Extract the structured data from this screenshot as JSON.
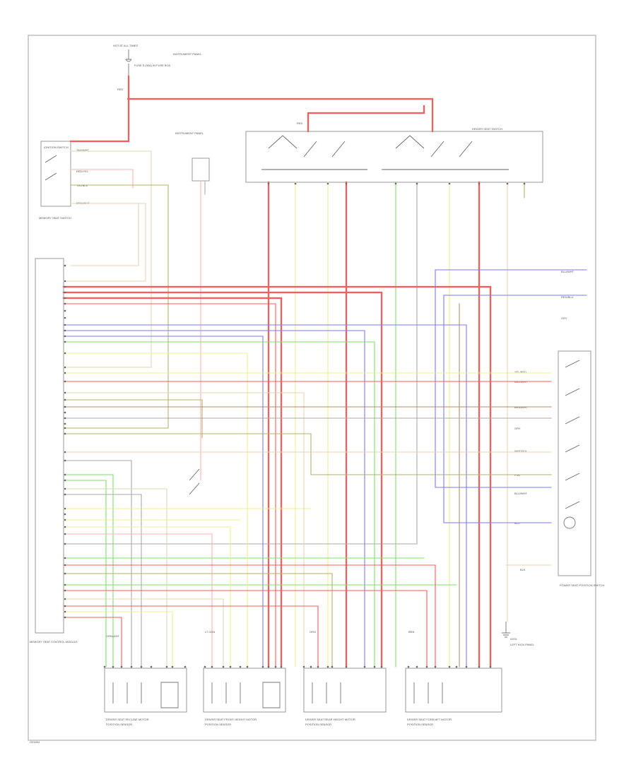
{
  "page": {
    "footer_code": "G01894"
  },
  "colors": {
    "red": "#ff5a5a",
    "red_light": "#ffb0b0",
    "blue": "#7a7aff",
    "green": "#7ce06a",
    "yellow": "#f2ef8c",
    "tan": "#e3d6b0",
    "olive": "#b5b268",
    "gray": "#aaaaaa",
    "brown": "#b68a6a",
    "black": "#666666"
  },
  "labels": {
    "hot_feed": "HOT AT ALL TIMES",
    "fuse": "FUSE 5 (30A) IN FUSE BOX",
    "fuse_sub": "INSTRUMENT PANEL",
    "ignition_label": "IGNITION SWITCH",
    "control_module": "MEMORY SEAT CONTROL MODULE",
    "seat_switch": "DRIVER SEAT SWITCH",
    "memory_switch": "MEMORY SEAT SWITCH",
    "position_switch": "POWER SEAT POSITION SWITCH",
    "ground": "G201",
    "ground_sub": "LEFT KICK PANEL",
    "motor_1": "DRIVER SEAT RECLINE MOTOR",
    "motor_2": "DRIVER SEAT FRONT HEIGHT MOTOR",
    "motor_3": "DRIVER SEAT REAR HEIGHT MOTOR",
    "motor_4": "DRIVER SEAT FORE/AFT MOTOR",
    "motor_1_sub": "POSITION SENSOR",
    "motor_2_sub": "POSITION SENSOR",
    "motor_3_sub": "POSITION SENSOR",
    "motor_4_sub": "POSITION SENSOR"
  },
  "wire_codes": {
    "top_red": "RED",
    "tan_wht": "TAN/WHT",
    "red_yel": "RED/YEL",
    "yel_blk": "YEL/BLK",
    "brn_wht": "BRN/WHT",
    "red_blu": "RED/BLU",
    "blu_wht": "BLU/WHT",
    "grn_wht": "GRN/WHT",
    "blk": "BLK",
    "gry": "GRY",
    "lt_grn": "LT GRN",
    "yel_red": "YEL/RED",
    "wht_blk": "WHT/BLK",
    "pnk": "PNK",
    "brn": "BRN",
    "org": "ORG",
    "blu": "BLU",
    "red_wht": "RED/WHT"
  }
}
